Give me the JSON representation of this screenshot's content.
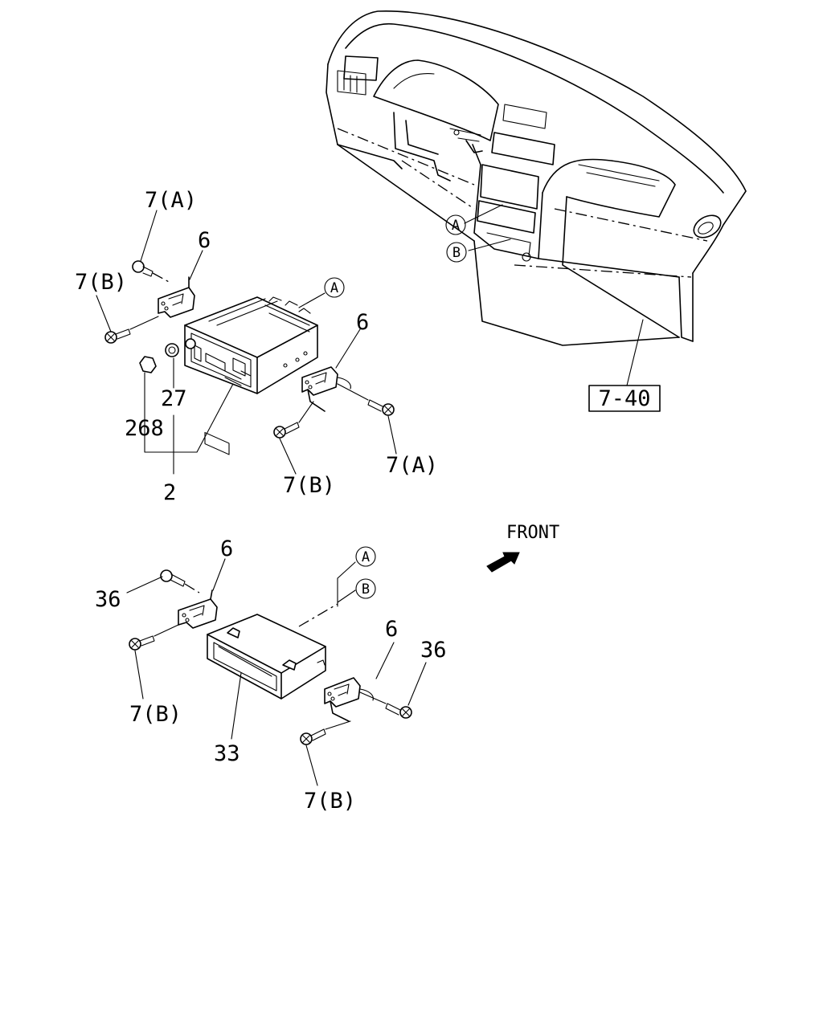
{
  "labels": {
    "top_7A": "7(A)",
    "top_left_6": "6",
    "top_7B_left": "7(B)",
    "top_A_circle": "A",
    "top_right_6": "6",
    "label_27": "27",
    "label_268": "268",
    "label_2": "2",
    "top_7B_bottom": "7(B)",
    "top_7A_bottom": "7(A)",
    "dash_A_circle": "A",
    "dash_B_circle": "B",
    "ref_box": "7-40",
    "front": "FRONT",
    "bot_36_left": "36",
    "bot_left_6": "6",
    "bot_A_circle": "A",
    "bot_B_circle": "B",
    "bot_right_6": "6",
    "bot_36_right": "36",
    "bot_7B_left": "7(B)",
    "label_33": "33",
    "bot_7B_bottom": "7(B)"
  }
}
